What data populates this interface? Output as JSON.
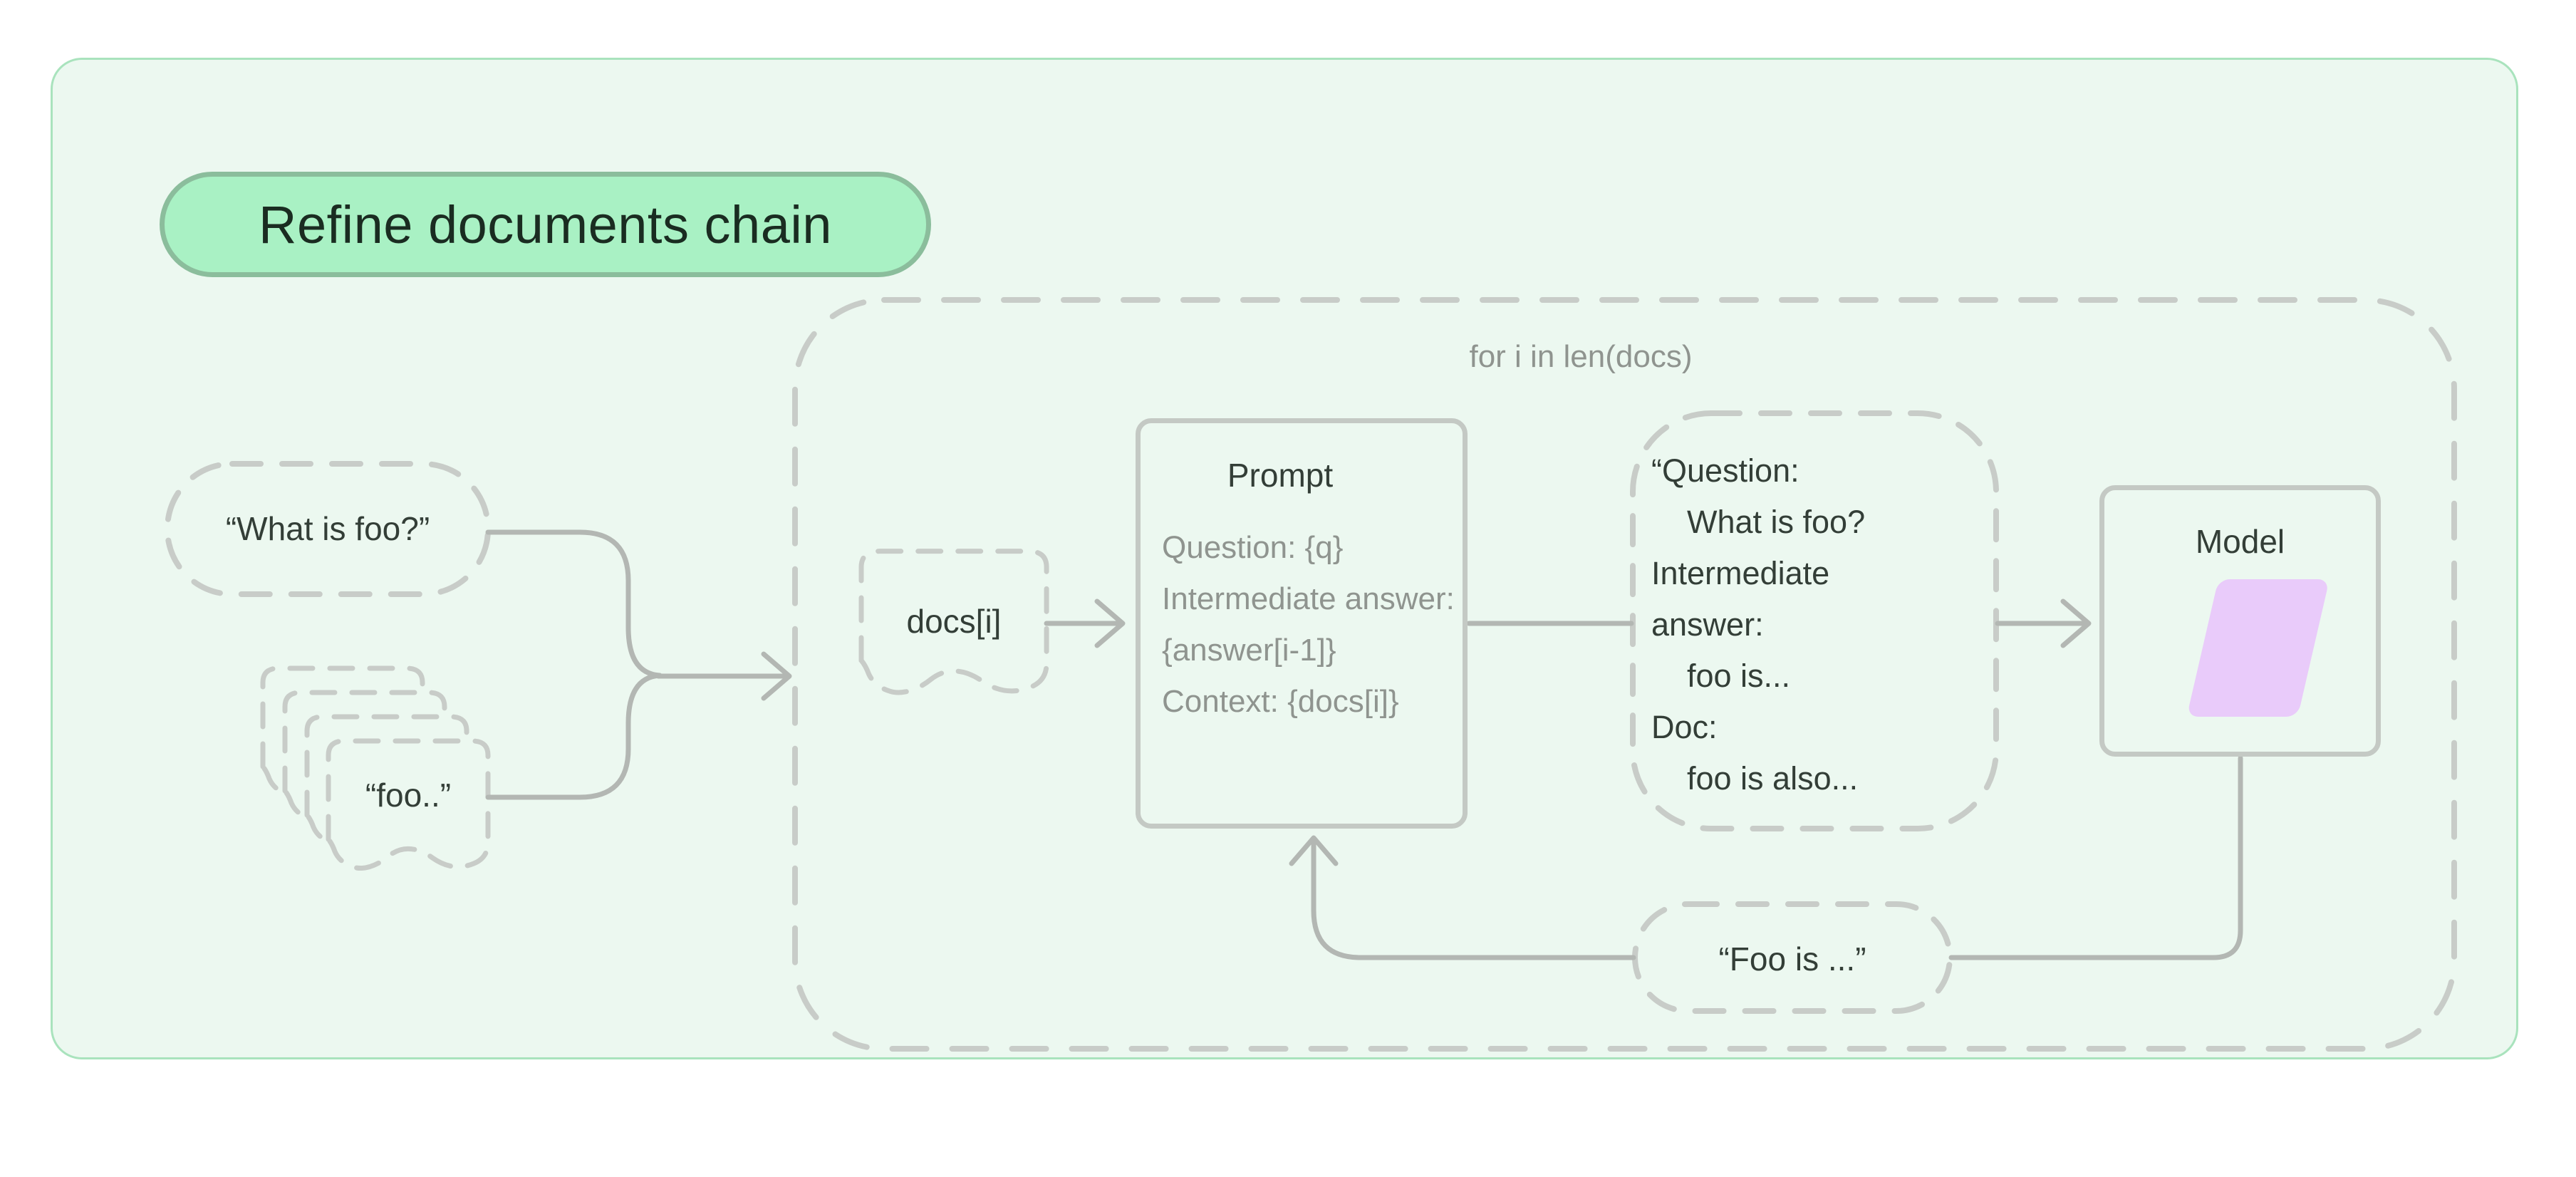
{
  "diagram": {
    "title_badge": "Refine documents chain",
    "loop_label": "for i in len(docs)",
    "inputs": {
      "question": "“What is foo?”",
      "documents": "“foo..”",
      "doc_item": "docs[i]"
    },
    "prompt": {
      "title": "Prompt",
      "lines": [
        "Question: {q}",
        "Intermediate answer:",
        "{answer[i-1]}",
        "Context: {docs[i]}"
      ]
    },
    "rendered_prompt": {
      "lines": [
        "“Question:",
        "What is foo?",
        "Intermediate",
        "answer:",
        "foo is...",
        "Doc:",
        "foo is also..."
      ]
    },
    "model": {
      "title": "Model"
    },
    "answer": "“Foo is ...”"
  },
  "colors": {
    "panel_bg": "#ecf8f0",
    "panel_border": "#a9e3bd",
    "badge_bg": "#a9f1c4",
    "badge_border": "#8bbd9c",
    "badge_text": "#1a2c21",
    "dashed_gray": "#c8ccc8",
    "connector_gray": "#b3b7b3",
    "box_border_gray": "#c4c9c4",
    "dark_text": "#333e37",
    "gray_text": "#8f948f",
    "model_shape_purple": "#e9cbfa"
  }
}
